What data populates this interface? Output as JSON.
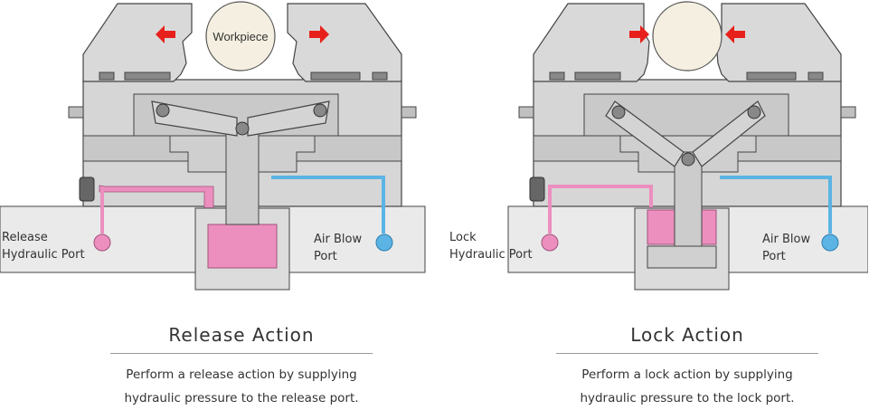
{
  "release": {
    "workpiece_label": "Workpiece",
    "left_port_label": [
      "Release",
      "Hydraulic Port"
    ],
    "right_port_label": [
      "Air Blow",
      "Port"
    ],
    "title": "Release Action",
    "description": [
      "Perform a release action by supplying",
      "hydraulic pressure to the release port."
    ]
  },
  "lock": {
    "left_port_label": [
      "Lock",
      "Hydraulic Port"
    ],
    "right_port_label": [
      "Air Blow",
      "Port"
    ],
    "title": "Lock Action",
    "description": [
      "Perform a lock action by supplying",
      "hydraulic pressure to the lock port."
    ]
  },
  "colors": {
    "hydraulic": "#ec8fbf",
    "air": "#5bb4e3",
    "arrow": "#e8201c",
    "workpiece": "#f4efe0",
    "body": "#d6d6d6",
    "body_dark": "#bdbdbd",
    "base": "#eaeaea",
    "outline": "#444444"
  }
}
